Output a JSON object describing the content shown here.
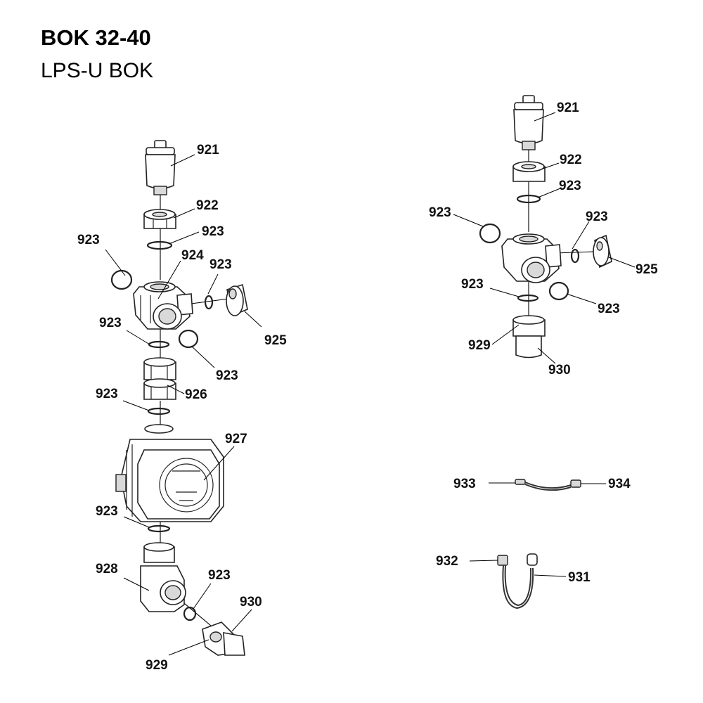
{
  "header": {
    "title": "BOK 32-40",
    "subtitle": "LPS-U BOK"
  },
  "left_assembly": {
    "labels": {
      "921": "921",
      "922": "922",
      "923_a": "923",
      "923_b": "923",
      "924": "924",
      "923_c": "923",
      "925": "925",
      "923_d": "923",
      "923_e": "923",
      "926": "926",
      "923_f": "923",
      "927": "927",
      "923_g": "923",
      "928": "928",
      "923_h": "923",
      "930": "930",
      "929": "929"
    }
  },
  "right_assembly": {
    "labels": {
      "921": "921",
      "922": "922",
      "923_a": "923",
      "923_b": "923",
      "923_c": "923",
      "925": "925",
      "923_d": "923",
      "923_e": "923",
      "929": "929",
      "930": "930"
    }
  },
  "cables": {
    "labels": {
      "933": "933",
      "934": "934",
      "932": "932",
      "931": "931"
    }
  }
}
